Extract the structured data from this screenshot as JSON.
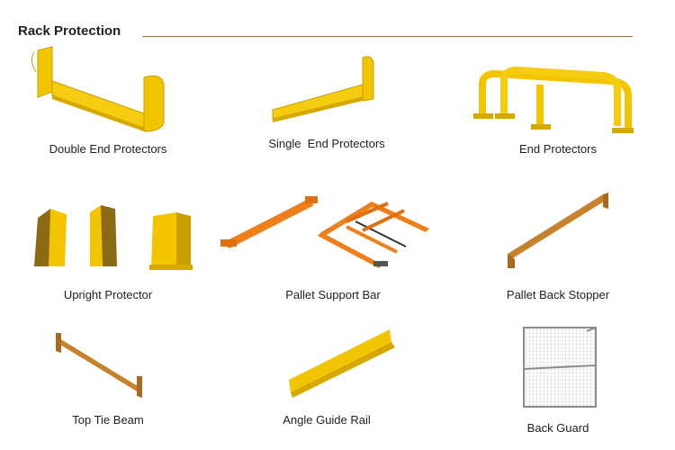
{
  "page": {
    "title": "Rack Protection"
  },
  "colors": {
    "yellow": "#f2c500",
    "yellow_dark": "#c99f00",
    "orange": "#f07f1a",
    "brown": "#c8822e",
    "gray": "#8c8c8c"
  },
  "products": [
    {
      "label": "Double End Protectors",
      "icon": "double-end-protector-icon"
    },
    {
      "label": "Single  End Protectors",
      "icon": "single-end-protector-icon"
    },
    {
      "label": "End Protectors",
      "icon": "end-protector-icon"
    },
    {
      "label": "Upright Protector",
      "icon": "upright-protector-icon"
    },
    {
      "label": "Pallet Support Bar",
      "icon": "pallet-support-bar-icon"
    },
    {
      "label": "Pallet Back Stopper",
      "icon": "pallet-back-stopper-icon"
    },
    {
      "label": "Top Tie Beam",
      "icon": "top-tie-beam-icon"
    },
    {
      "label": "Angle Guide Rail",
      "icon": "angle-guide-rail-icon"
    },
    {
      "label": "Back Guard",
      "icon": "back-guard-icon"
    }
  ]
}
